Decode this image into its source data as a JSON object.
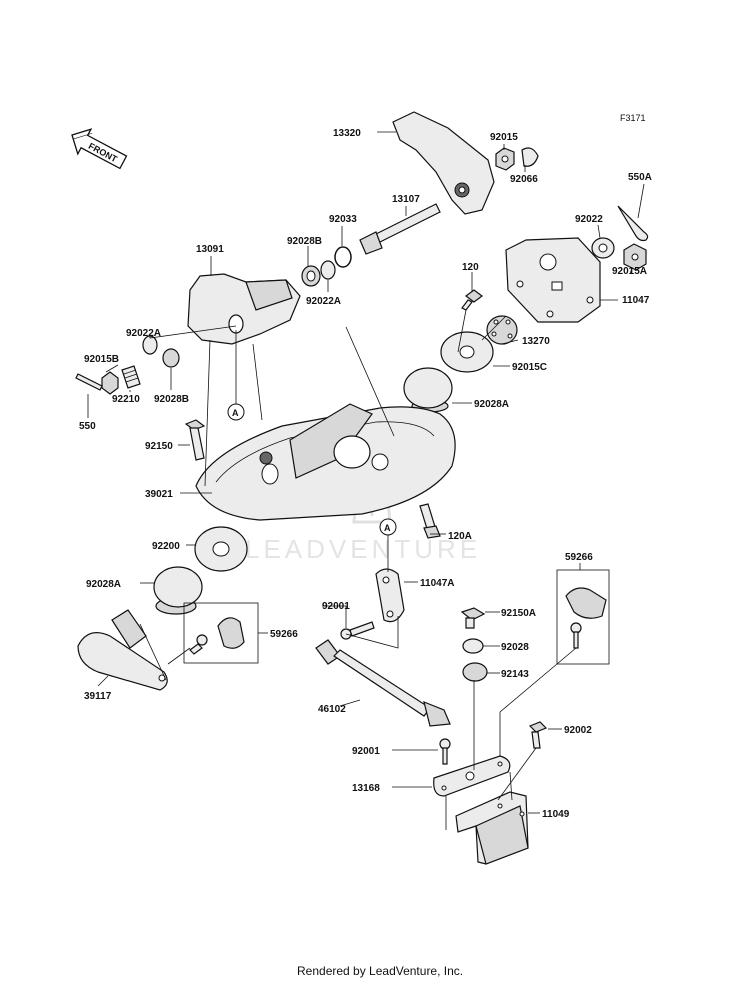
{
  "diagram_id": "F3171",
  "front_label": "FRONT",
  "watermark": "LEADVENTURE",
  "footer": "Rendered by LeadVenture, Inc.",
  "callouts": {
    "ref_a_top": "A",
    "ref_a_bottom": "A"
  },
  "parts": [
    {
      "key": "p13320",
      "number": "13320"
    },
    {
      "key": "p92015",
      "number": "92015"
    },
    {
      "key": "p92066",
      "number": "92066"
    },
    {
      "key": "p550A",
      "number": "550A"
    },
    {
      "key": "p13107",
      "number": "13107"
    },
    {
      "key": "p92033",
      "number": "92033"
    },
    {
      "key": "p92028B_top",
      "number": "92028B"
    },
    {
      "key": "p92022A_top",
      "number": "92022A"
    },
    {
      "key": "p13091",
      "number": "13091"
    },
    {
      "key": "p92022",
      "number": "92022"
    },
    {
      "key": "p92015A",
      "number": "92015A"
    },
    {
      "key": "p11047",
      "number": "11047"
    },
    {
      "key": "p120",
      "number": "120"
    },
    {
      "key": "p13270",
      "number": "13270"
    },
    {
      "key": "p92015C",
      "number": "92015C"
    },
    {
      "key": "p92028A_top",
      "number": "92028A"
    },
    {
      "key": "p92022A_left",
      "number": "92022A"
    },
    {
      "key": "p92015B",
      "number": "92015B"
    },
    {
      "key": "p92028B_left",
      "number": "92028B"
    },
    {
      "key": "p92210",
      "number": "92210"
    },
    {
      "key": "p550",
      "number": "550"
    },
    {
      "key": "p92150",
      "number": "92150"
    },
    {
      "key": "p39021",
      "number": "39021"
    },
    {
      "key": "p120A",
      "number": "120A"
    },
    {
      "key": "p92200",
      "number": "92200"
    },
    {
      "key": "p92028A_left",
      "number": "92028A"
    },
    {
      "key": "p11047A",
      "number": "11047A"
    },
    {
      "key": "p59266_right",
      "number": "59266"
    },
    {
      "key": "p92001_mid",
      "number": "92001"
    },
    {
      "key": "p92150A",
      "number": "92150A"
    },
    {
      "key": "p59266_left",
      "number": "59266"
    },
    {
      "key": "p92028",
      "number": "92028"
    },
    {
      "key": "p92143",
      "number": "92143"
    },
    {
      "key": "p39117",
      "number": "39117"
    },
    {
      "key": "p46102",
      "number": "46102"
    },
    {
      "key": "p92002",
      "number": "92002"
    },
    {
      "key": "p92001_low",
      "number": "92001"
    },
    {
      "key": "p13168",
      "number": "13168"
    },
    {
      "key": "p11049",
      "number": "11049"
    }
  ]
}
